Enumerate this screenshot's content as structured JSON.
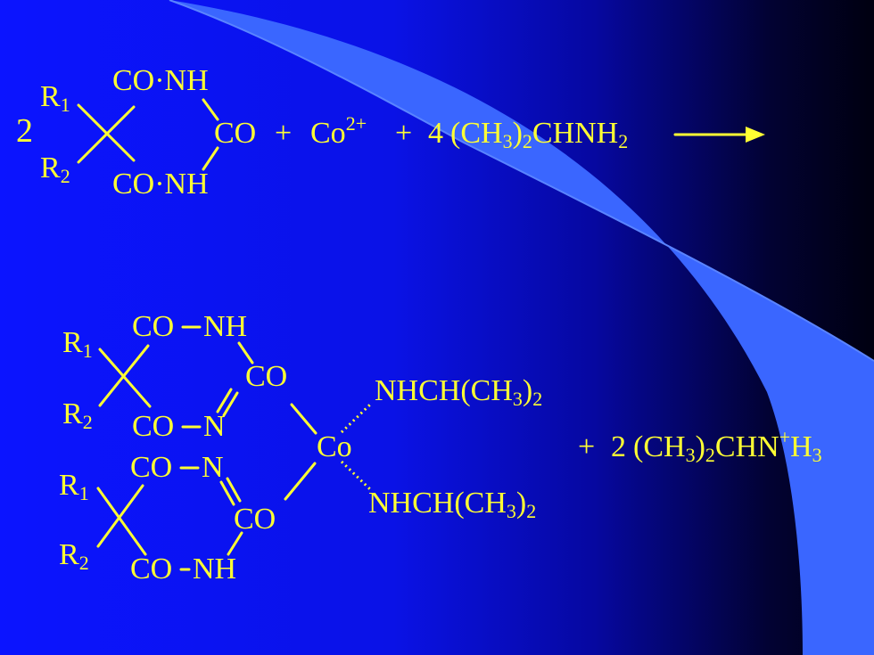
{
  "colors": {
    "background": "#0b14ff",
    "arc_fill": "#3a66ff",
    "text": "#ffff33"
  },
  "reaction": {
    "reactants": {
      "coefficient": "2",
      "r1": "R",
      "r1_sub": "1",
      "r2": "R",
      "r2_sub": "2",
      "co_nh_top": "CO·NH",
      "co_right": "CO",
      "co_nh_bottom": "CO·NH",
      "plus1": "+",
      "cobalt": "Co",
      "cobalt_charge": "2+",
      "plus2": "+",
      "amine_coefficient": "4",
      "amine_a": "(CH",
      "amine_a_sub": "3",
      "amine_b": ")",
      "amine_b_sub": "2",
      "amine_c": "CHNH",
      "amine_c_sub": "2"
    },
    "product_complex": {
      "upper": {
        "r1": "R",
        "r1_sub": "1",
        "r2": "R",
        "r2_sub": "2",
        "co_nh": "CO",
        "nh": "NH",
        "co_right": "CO",
        "co_n": "CO",
        "n": "N"
      },
      "center": "Co",
      "ligand_top": "NHCH(CH",
      "ligand_top_sub1": "3",
      "ligand_top_mid": ")",
      "ligand_top_sub2": "2",
      "ligand_bottom": "NHCH(CH",
      "ligand_bottom_sub1": "3",
      "ligand_bottom_mid": ")",
      "ligand_bottom_sub2": "2",
      "lower": {
        "r1": "R",
        "r1_sub": "1",
        "r2": "R",
        "r2_sub": "2",
        "co_n": "CO",
        "n": "N",
        "co_right": "CO",
        "co_nh": "CO",
        "nh": "NH"
      }
    },
    "byproduct": {
      "plus": "+",
      "coefficient": "2",
      "a": "(CH",
      "a_sub": "3",
      "b": ")",
      "b_sub": "2",
      "c": "CHN",
      "c_sup": "+",
      "d": "H",
      "d_sub": "3"
    }
  }
}
